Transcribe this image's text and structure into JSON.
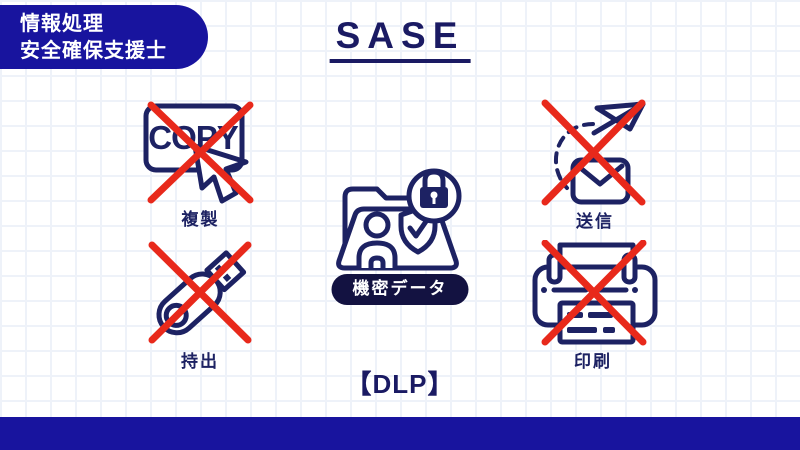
{
  "badge": {
    "line1": "情報処理",
    "line2": "安全確保支援士"
  },
  "title": "SASE",
  "items": [
    {
      "id": "copy",
      "label": "複製",
      "icon": "copy-stamp-cursor-icon",
      "blocked": true
    },
    {
      "id": "send",
      "label": "送信",
      "icon": "paper-plane-mail-icon",
      "blocked": true
    },
    {
      "id": "takeout",
      "label": "持出",
      "icon": "usb-drive-icon",
      "blocked": true
    },
    {
      "id": "print",
      "label": "印刷",
      "icon": "printer-icon",
      "blocked": true
    }
  ],
  "copy_icon_text": "COPY",
  "center": {
    "label": "機密データ",
    "icon": "confidential-folder-lock-shield-icon"
  },
  "dlp_label": "【DLP】",
  "colors": {
    "primary_blue": "#18149e",
    "icon_navy": "#1d2263",
    "title_navy": "#1a1a63",
    "pill_navy": "#131241",
    "cross_red": "#e8291b",
    "grid_line": "#eef2f9",
    "background": "#ffffff",
    "text_on_blue": "#ffffff"
  }
}
